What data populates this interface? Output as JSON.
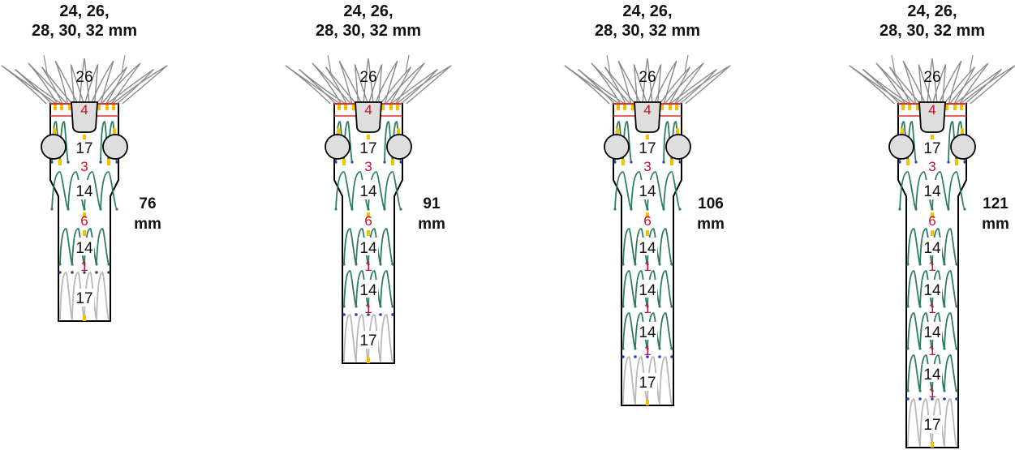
{
  "colors": {
    "outline": "#000000",
    "crown_wire": "#8a8a8a",
    "marker": "#f2c200",
    "red": "#e03030",
    "green_wire": "#2e7d62",
    "gray_wire": "#b8b8b8",
    "blue_tip": "#2a3fb0",
    "fill_gray": "#dedede"
  },
  "stents": [
    {
      "sizes_line1": "24, 26,",
      "sizes_line2": "28, 30, 32 mm",
      "length_value": "76",
      "length_unit": "mm",
      "crown_label": "26",
      "band_label": "4",
      "upper_label": "17",
      "gap_label_1": "3",
      "mid_label": "14",
      "gap_label_2": "6",
      "lower_segments": [
        {
          "label": "14",
          "gap_label": "1"
        }
      ],
      "bottom_label": "17"
    },
    {
      "sizes_line1": "24, 26,",
      "sizes_line2": "28, 30, 32 mm",
      "length_value": "91",
      "length_unit": "mm",
      "crown_label": "26",
      "band_label": "4",
      "upper_label": "17",
      "gap_label_1": "3",
      "mid_label": "14",
      "gap_label_2": "6",
      "lower_segments": [
        {
          "label": "14",
          "gap_label": "1"
        },
        {
          "label": "14",
          "gap_label": "1"
        }
      ],
      "bottom_label": "17"
    },
    {
      "sizes_line1": "24, 26,",
      "sizes_line2": "28, 30, 32 mm",
      "length_value": "106",
      "length_unit": "mm",
      "crown_label": "26",
      "band_label": "4",
      "upper_label": "17",
      "gap_label_1": "3",
      "mid_label": "14",
      "gap_label_2": "6",
      "lower_segments": [
        {
          "label": "14",
          "gap_label": "1"
        },
        {
          "label": "14",
          "gap_label": "1"
        },
        {
          "label": "14",
          "gap_label": "1"
        }
      ],
      "bottom_label": "17"
    },
    {
      "sizes_line1": "24, 26,",
      "sizes_line2": "28, 30, 32 mm",
      "length_value": "121",
      "length_unit": "mm",
      "crown_label": "26",
      "band_label": "4",
      "upper_label": "17",
      "gap_label_1": "3",
      "mid_label": "14",
      "gap_label_2": "6",
      "lower_segments": [
        {
          "label": "14",
          "gap_label": "1"
        },
        {
          "label": "14",
          "gap_label": "1"
        },
        {
          "label": "14",
          "gap_label": "1"
        },
        {
          "label": "14",
          "gap_label": "1"
        }
      ],
      "bottom_label": "17"
    }
  ]
}
